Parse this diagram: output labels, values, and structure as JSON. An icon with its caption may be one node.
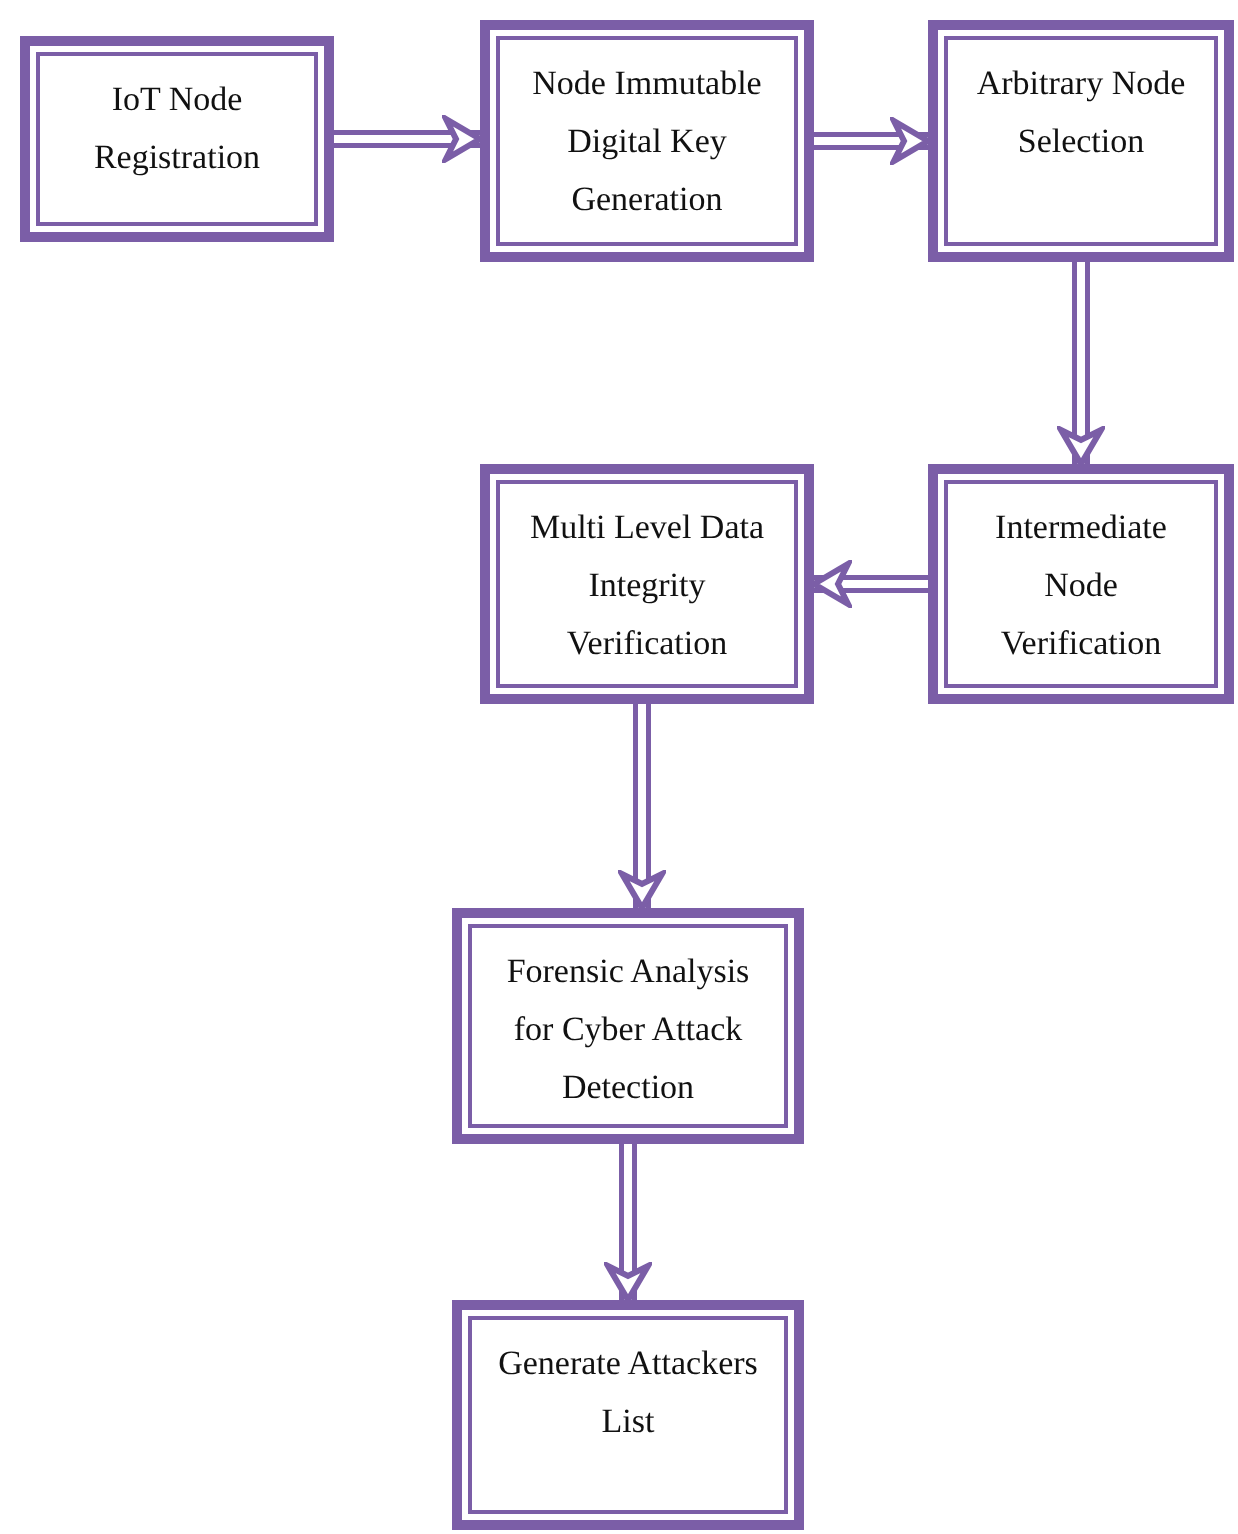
{
  "diagram": {
    "nodes": [
      {
        "text": [
          "IoT Node Registration"
        ]
      },
      {
        "text": [
          "Node Immutable Digital Key Generation"
        ]
      },
      {
        "text": [
          "Arbitrary Node Selection"
        ]
      },
      {
        "text": [
          "Multi Level Data Integrity Verification"
        ]
      },
      {
        "text": [
          "Intermediate Node Verification"
        ]
      },
      {
        "text": [
          "Forensic Analysis for Cyber Attack Detection"
        ]
      },
      {
        "text": [
          "Generate Attackers List"
        ]
      }
    ],
    "edges": [
      {
        "from": 0,
        "to": 1,
        "arrow": "to"
      },
      {
        "from": 1,
        "to": 2,
        "arrow": "to"
      },
      {
        "from": 2,
        "to": 4,
        "arrow": "to"
      },
      {
        "from": 4,
        "to": 3,
        "arrow": "to"
      },
      {
        "from": 3,
        "to": 5,
        "arrow": "to"
      },
      {
        "from": 5,
        "to": 6,
        "arrow": "to"
      }
    ]
  }
}
